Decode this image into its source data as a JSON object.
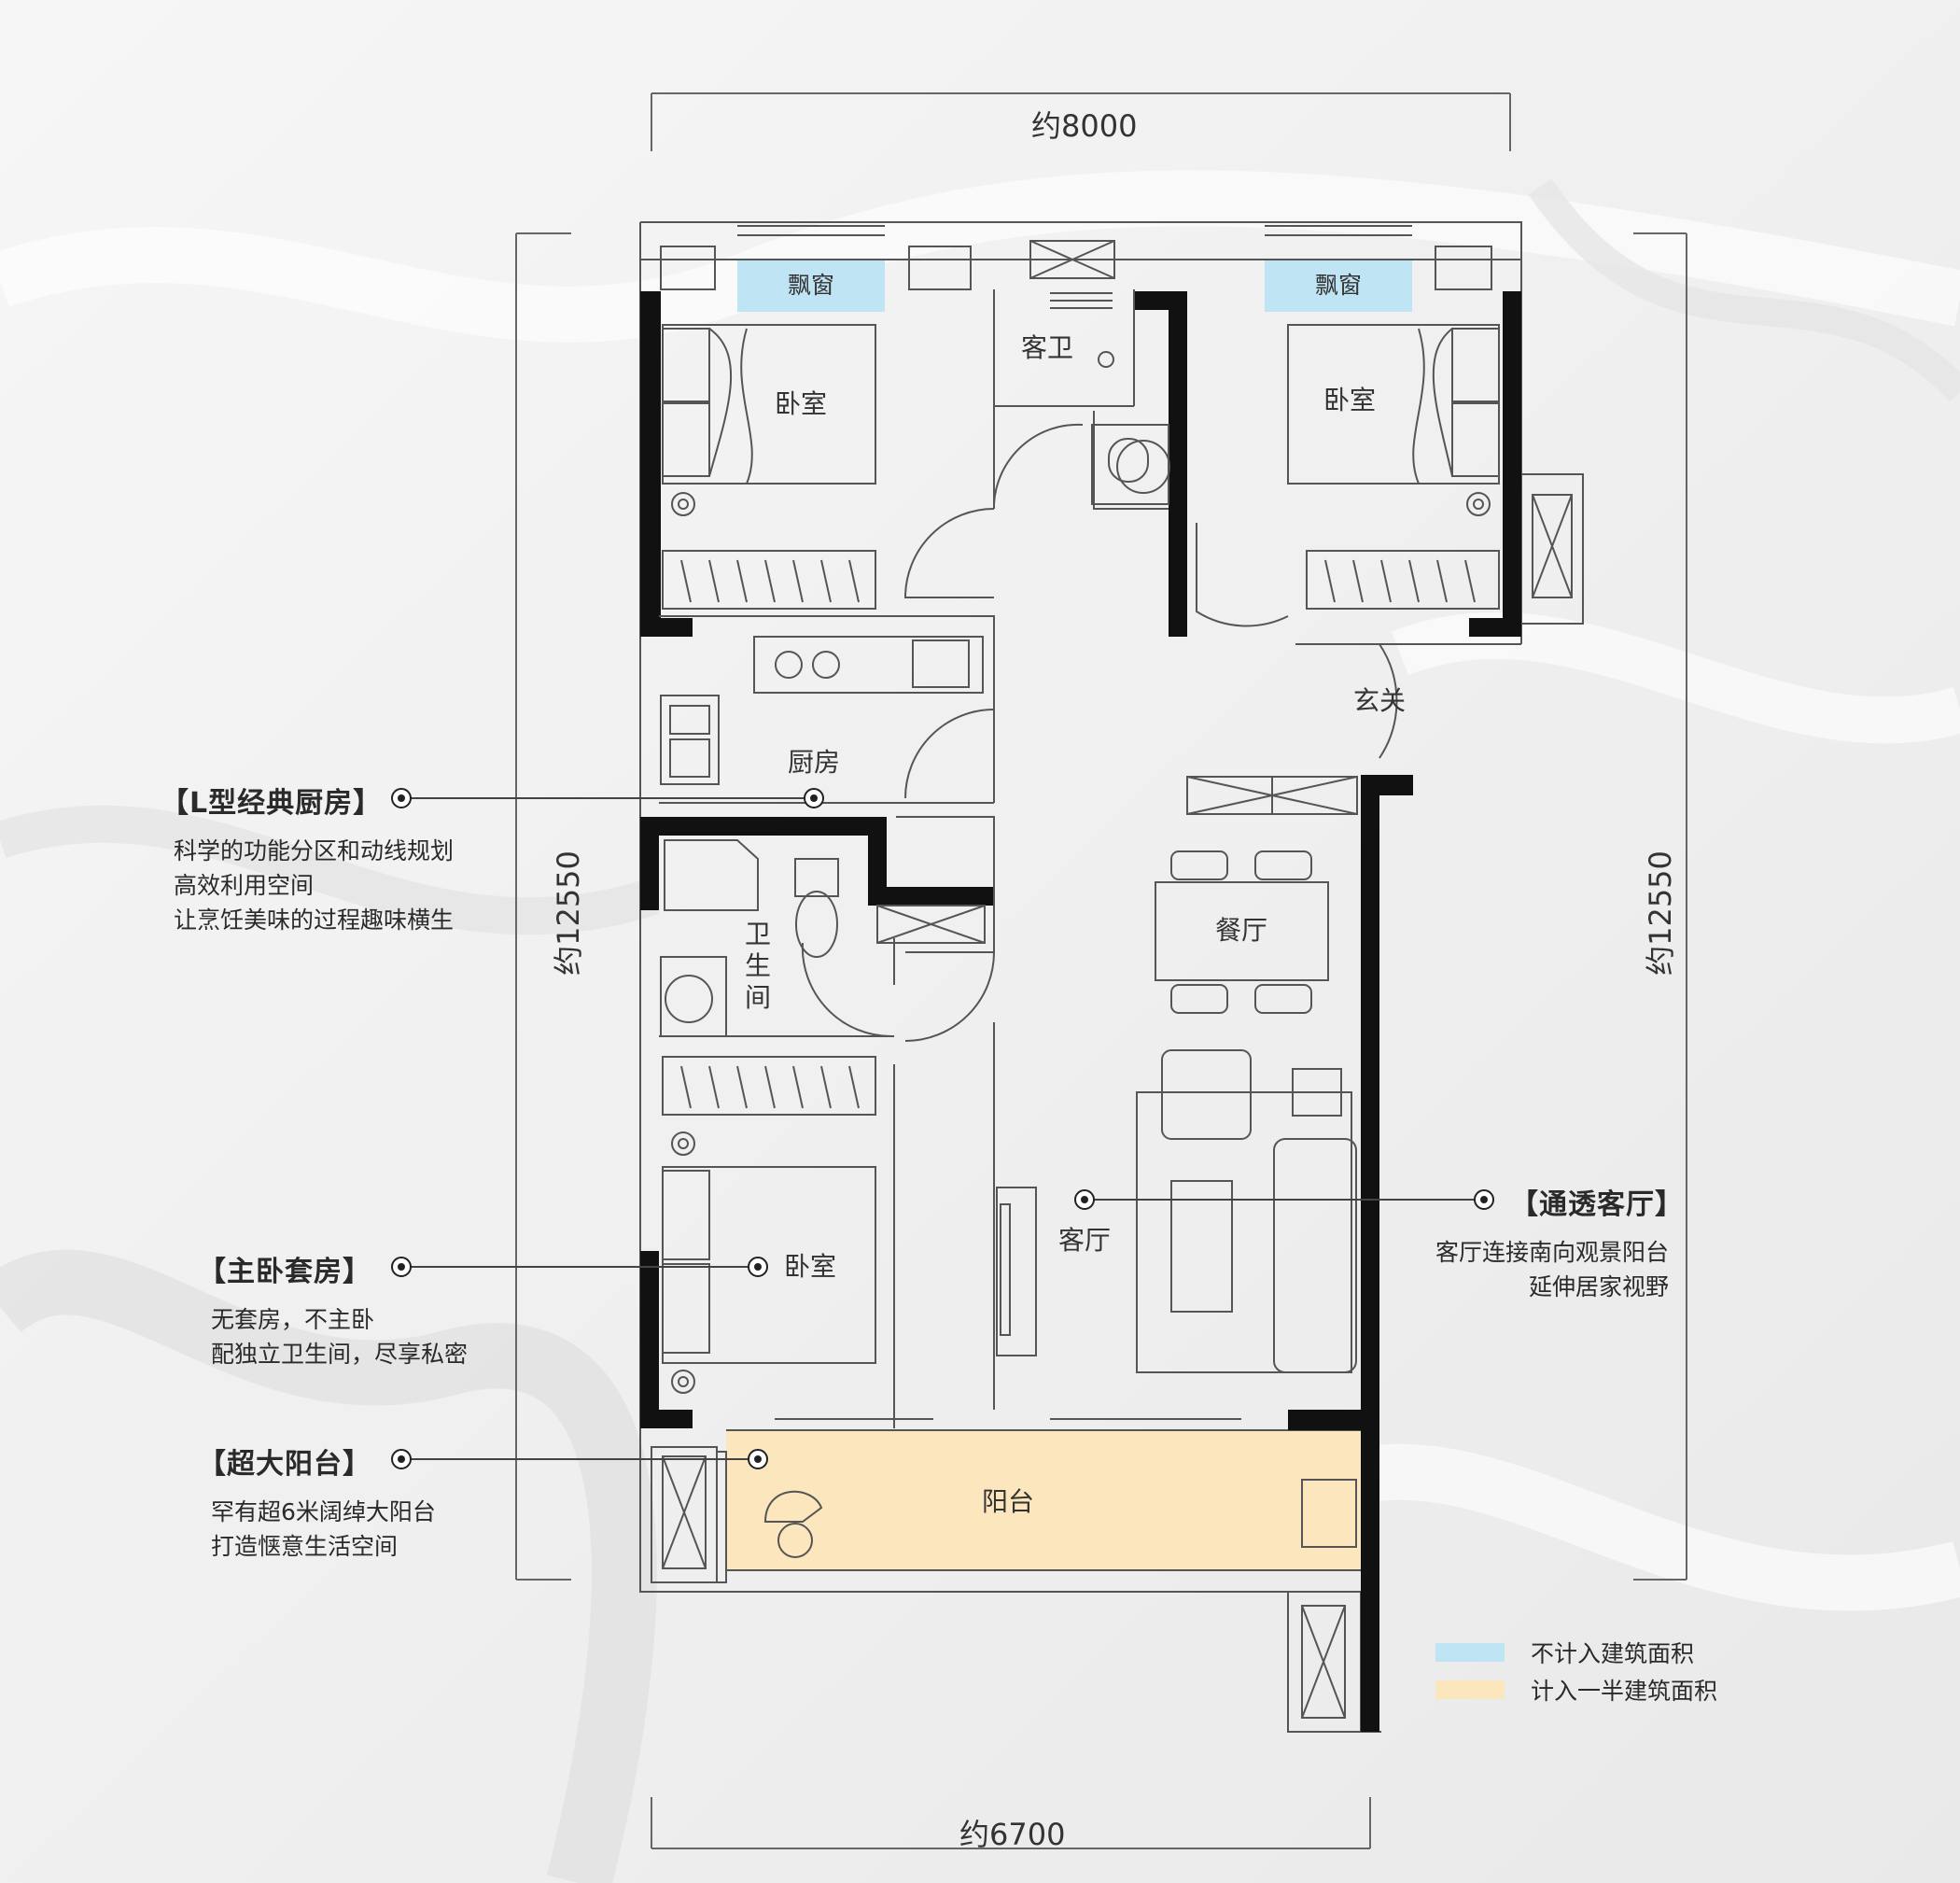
{
  "dimensions": {
    "top": "约8000",
    "bottom": "约6700",
    "left": "约12550",
    "right": "约12550"
  },
  "rooms": {
    "bay_window_1": "飘窗",
    "bay_window_2": "飘窗",
    "guest_bath": "客卫",
    "bedroom_1": "卧室",
    "bedroom_2": "卧室",
    "bedroom_3": "卧室",
    "kitchen": "厨房",
    "entrance": "玄关",
    "bathroom": "卫生间",
    "dining": "餐厅",
    "living": "客厅",
    "balcony": "阳台"
  },
  "callouts": {
    "kitchen": {
      "title": "【L型经典厨房】",
      "lines": [
        "科学的功能分区和动线规划",
        "高效利用空间",
        "让烹饪美味的过程趣味横生"
      ]
    },
    "master": {
      "title": "【主卧套房】",
      "lines": [
        "无套房，不主卧",
        "配独立卫生间，尽享私密"
      ]
    },
    "balcony": {
      "title": "【超大阳台】",
      "lines": [
        "罕有超6米阔绰大阳台",
        "打造惬意生活空间"
      ]
    },
    "living": {
      "title": "【通透客厅】",
      "lines": [
        "客厅连接南向观景阳台",
        "延伸居家视野"
      ]
    }
  },
  "legend": [
    {
      "label": "不计入建筑面积",
      "color": "#bfe4f3"
    },
    {
      "label": "计入一半建筑面积",
      "color": "#fbe6bd"
    }
  ],
  "colors": {
    "wall": "#111111",
    "line": "#555555",
    "bay_window": "#bfe4f3",
    "balcony": "#fbe6bd"
  }
}
